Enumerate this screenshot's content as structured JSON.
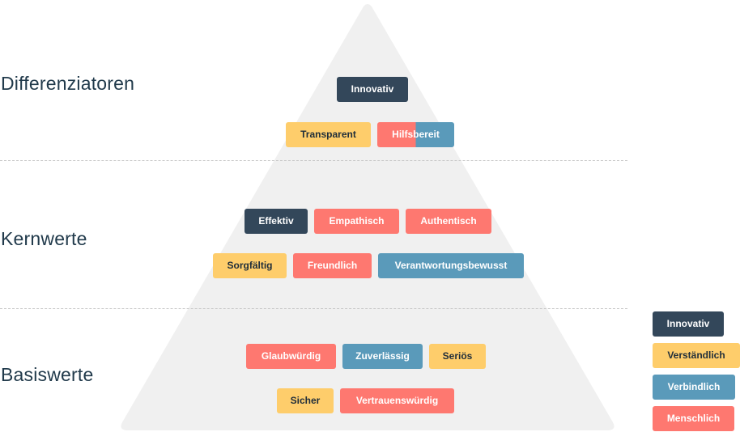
{
  "colors": {
    "innovativ": "#33475a",
    "verstaendlich": "#fecd6b",
    "verbindlich": "#5a9aba",
    "menschlich": "#fe7870",
    "pyramid": "#f0f0f0",
    "label_text": "#213a4b"
  },
  "levels": [
    {
      "label": "Differenziatoren",
      "rows": [
        [
          {
            "text": "Innovativ",
            "category": "innovativ"
          }
        ],
        [
          {
            "text": "Transparent",
            "category": "verstaendlich"
          },
          {
            "text": "Hilfsbereit",
            "category": "menschlich+verbindlich"
          }
        ]
      ]
    },
    {
      "label": "Kernwerte",
      "rows": [
        [
          {
            "text": "Effektiv",
            "category": "innovativ"
          },
          {
            "text": "Empathisch",
            "category": "menschlich"
          },
          {
            "text": "Authentisch",
            "category": "menschlich"
          }
        ],
        [
          {
            "text": "Sorgfältig",
            "category": "verstaendlich"
          },
          {
            "text": "Freundlich",
            "category": "menschlich"
          },
          {
            "text": "Verantwortungsbewusst",
            "category": "verbindlich"
          }
        ]
      ]
    },
    {
      "label": "Basiswerte",
      "rows": [
        [
          {
            "text": "Glaubwürdig",
            "category": "menschlich"
          },
          {
            "text": "Zuverlässig",
            "category": "verbindlich"
          },
          {
            "text": "Seriös",
            "category": "verstaendlich"
          }
        ],
        [
          {
            "text": "Sicher",
            "category": "verstaendlich"
          },
          {
            "text": "Vertrauenswürdig",
            "category": "menschlich"
          }
        ]
      ]
    }
  ],
  "legend": [
    {
      "text": "Innovativ",
      "category": "innovativ"
    },
    {
      "text": "Verständlich",
      "category": "verstaendlich"
    },
    {
      "text": "Verbindlich",
      "category": "verbindlich"
    },
    {
      "text": "Menschlich",
      "category": "menschlich"
    }
  ]
}
